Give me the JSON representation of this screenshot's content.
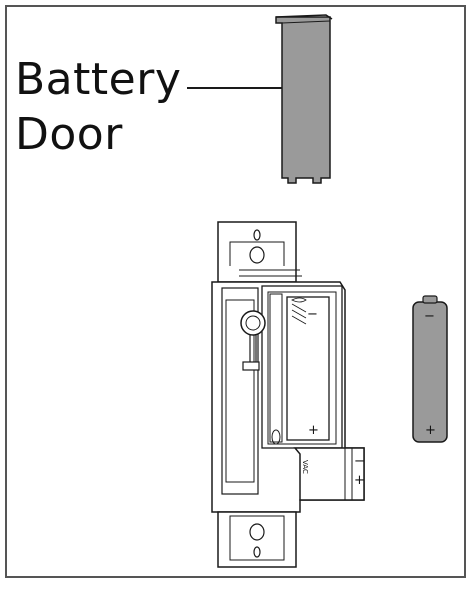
{
  "callout": {
    "line1": "Battery",
    "line2": "Door"
  },
  "battery_door_polarity": {
    "minus": "−",
    "plus": "+"
  },
  "loose_battery_polarity": {
    "minus": "−",
    "plus": "+"
  },
  "switch_markings": {
    "minus": "−",
    "plus": "+",
    "voltage_label": "VAC"
  },
  "colors": {
    "battery_gray": "#9a9a9a",
    "outline": "#1a1a1a",
    "frame": "#555555"
  }
}
